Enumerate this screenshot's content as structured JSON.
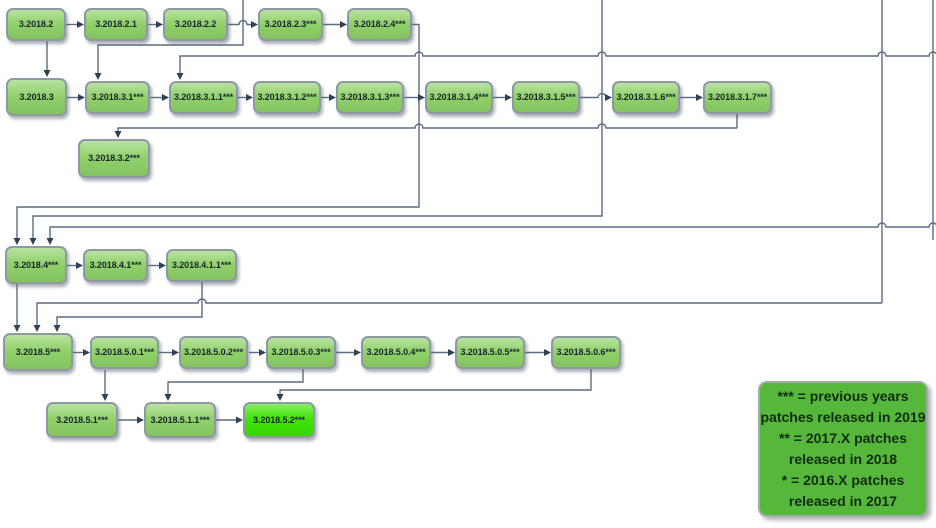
{
  "diagram": {
    "nodes": [
      "3.2018.2",
      "3.2018.2.1",
      "3.2018.2.2",
      "3.2018.2.3***",
      "3.2018.2.4***",
      "3.2018.3",
      "3.2018.3.1***",
      "3.2018.3.1.1***",
      "3.2018.3.1.2***",
      "3.2018.3.1.3***",
      "3.2018.3.1.4***",
      "3.2018.3.1.5***",
      "3.2018.3.1.6***",
      "3.2018.3.1.7***",
      "3.2018.3.2***",
      "3.2018.4***",
      "3.2018.4.1***",
      "3.2018.4.1.1***",
      "3.2018.5***",
      "3.2018.5.0.1***",
      "3.2018.5.0.2***",
      "3.2018.5.0.3***",
      "3.2018.5.0.4***",
      "3.2018.5.0.5***",
      "3.2018.5.0.6***",
      "3.2018.5.1***",
      "3.2018.5.1.1***",
      "3.2018.5.2***"
    ],
    "highlighted_node": "3.2018.5.2***"
  },
  "legend": {
    "lines": [
      "*** = previous years",
      "patches released in 2019",
      "** = 2017.X patches",
      "released in 2018",
      "* = 2016.X patches",
      "released in 2017"
    ]
  },
  "colors": {
    "node_fill": "#8fd169",
    "node_border": "#8e99a4",
    "node_text": "#17212e",
    "highlight_fill": "#3fe403",
    "legend_fill": "#56b83b",
    "legend_border": "#a2abab",
    "legend_text": "#112b11",
    "connector": "#5c6c80",
    "arrowhead": "#2e4156"
  }
}
